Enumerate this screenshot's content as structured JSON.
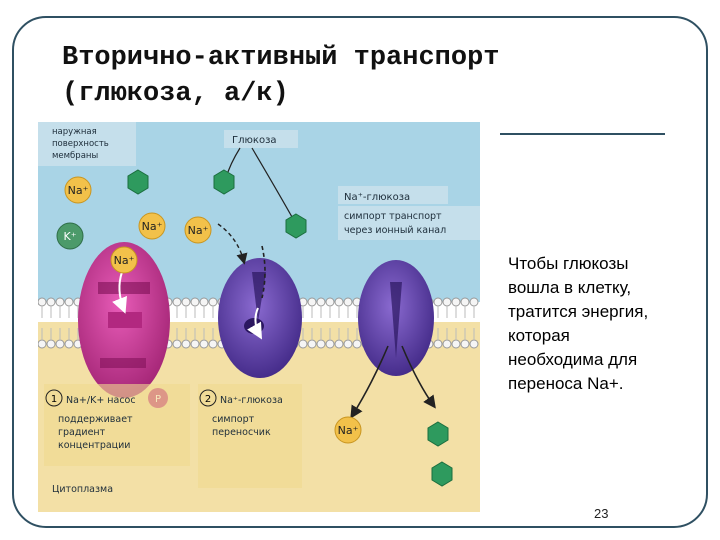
{
  "slide": {
    "title_line1": "Вторично-активный транспорт",
    "title_line2": "(глюкоза, а/к)",
    "caption": "Чтобы глюкозы вошла в клетку, тратится энергия, которая необходима для переноса Na+.",
    "slide_number": "23"
  },
  "diagram": {
    "outer_label": [
      "наружная",
      "поверхность",
      "мембраны"
    ],
    "glucose_label": "Глюкоза",
    "na_glucose_label": "Na⁺-глюкоза",
    "symport_label": [
      "симпорт транспорт",
      "через ионный канал"
    ],
    "pump_number": "1",
    "pump_label": "Na+/K+ насос",
    "pump_desc": [
      "поддерживает",
      "градиент",
      "концентрации"
    ],
    "carrier_number": "2",
    "carrier_label": "Na⁺-глюкоза",
    "carrier_desc": [
      "симпорт",
      "переносчик"
    ],
    "cytoplasm_label": "Цитоплазма",
    "na_ion": "Na⁺",
    "k_ion": "K⁺",
    "phosphate": "P",
    "colors": {
      "extracellular": "#a9d4e6",
      "cytoplasm": "#f3e0a6",
      "pump": "#d1359a",
      "carrier": "#5a3aa0",
      "na": "#f2c14a",
      "k": "#4c9a6a",
      "glucose": "#2e9a5e"
    }
  }
}
